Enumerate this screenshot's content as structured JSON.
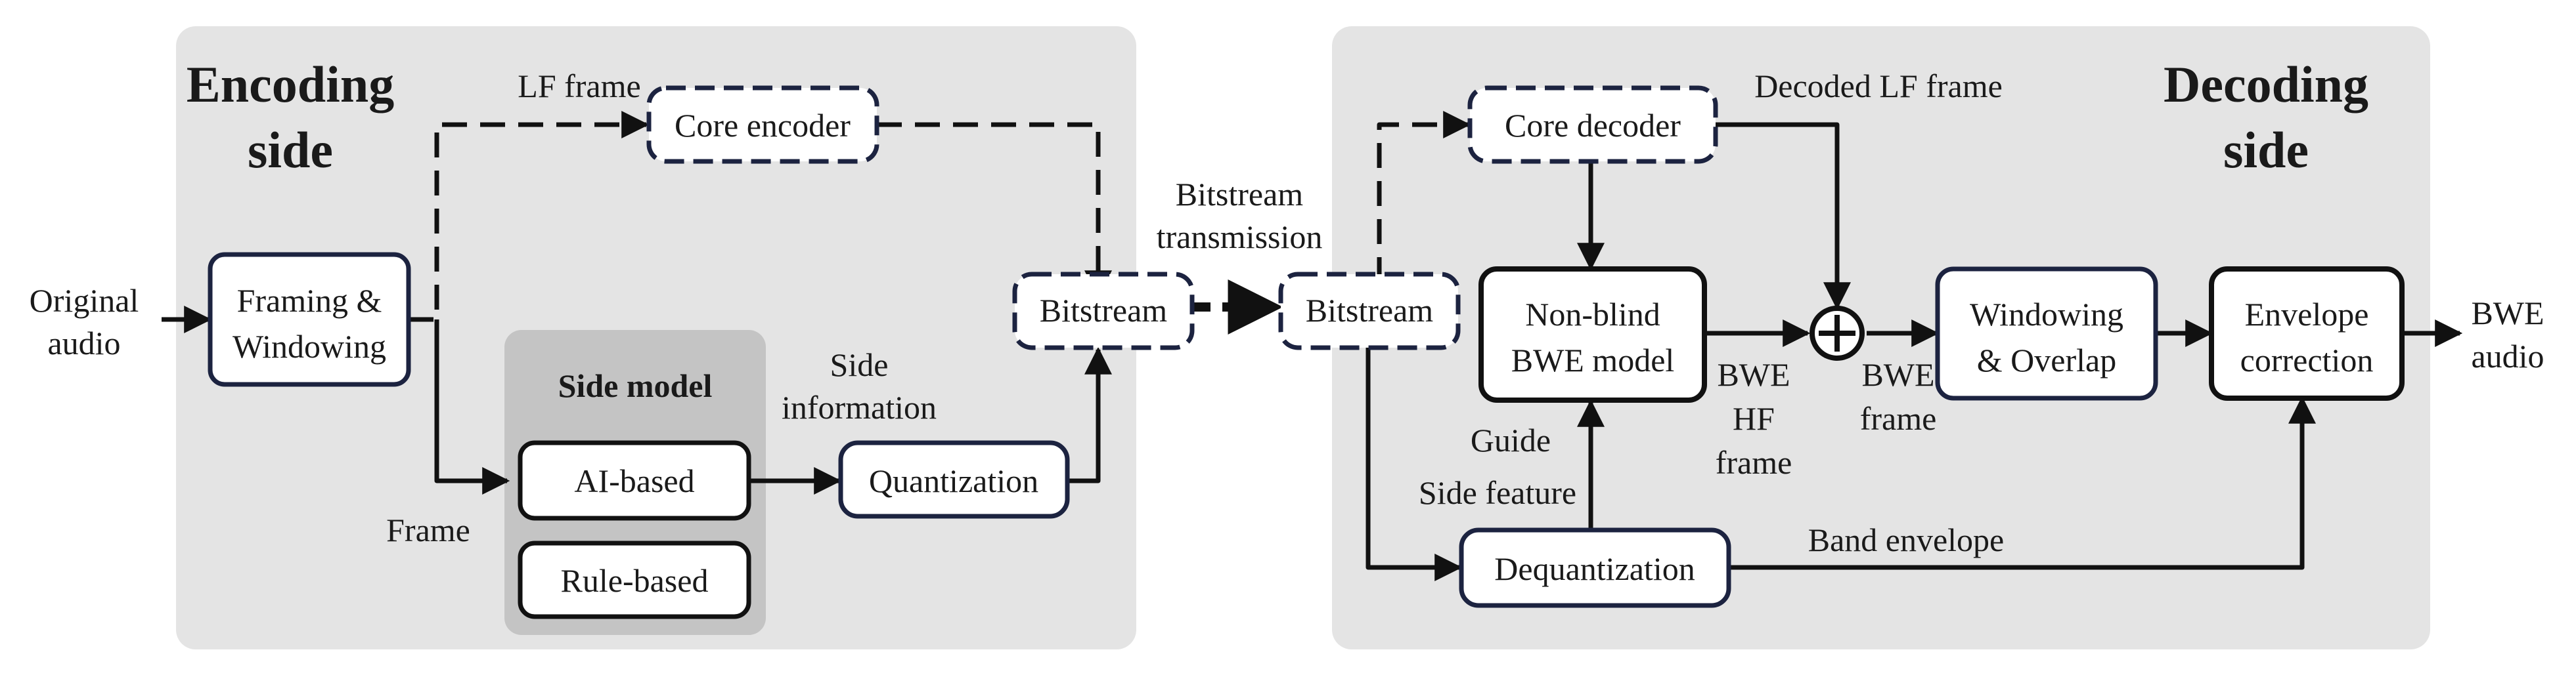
{
  "encoding": {
    "title_line1": "Encoding",
    "title_line2": "side"
  },
  "decoding": {
    "title_line1": "Decoding",
    "title_line2": "side"
  },
  "side_model": {
    "title": "Side model"
  },
  "boxes": {
    "framing_l1": "Framing &",
    "framing_l2": "Windowing",
    "core_encoder": "Core encoder",
    "ai_based": "AI-based",
    "rule_based": "Rule-based",
    "quantization": "Quantization",
    "bitstream_enc": "Bitstream",
    "bitstream_dec": "Bitstream",
    "core_decoder": "Core decoder",
    "nonblind_l1": "Non-blind",
    "nonblind_l2": "BWE model",
    "windowing_l1": "Windowing",
    "windowing_l2": "& Overlap",
    "envelope_l1": "Envelope",
    "envelope_l2": "correction",
    "dequantization": "Dequantization"
  },
  "labels": {
    "original_l1": "Original",
    "original_l2": "audio",
    "lf_frame": "LF frame",
    "frame": "Frame",
    "side_info_l1": "Side",
    "side_info_l2": "information",
    "bitstream_tx_l1": "Bitstream",
    "bitstream_tx_l2": "transmission",
    "decoded_lf": "Decoded LF frame",
    "bwe_hf_l1": "BWE",
    "bwe_hf_l2": "HF",
    "bwe_hf_l3": "frame",
    "bwe_frame_l1": "BWE",
    "bwe_frame_l2": "frame",
    "guide": "Guide",
    "side_feature": "Side feature",
    "band_envelope": "Band envelope",
    "bwe_audio_l1": "BWE",
    "bwe_audio_l2": "audio"
  },
  "colors": {
    "panel": "#e4e4e4",
    "side_model_panel": "#c4c4c4",
    "box_border_navy": "#1c2340",
    "box_border_black": "#111111",
    "arrow": "#111111"
  }
}
